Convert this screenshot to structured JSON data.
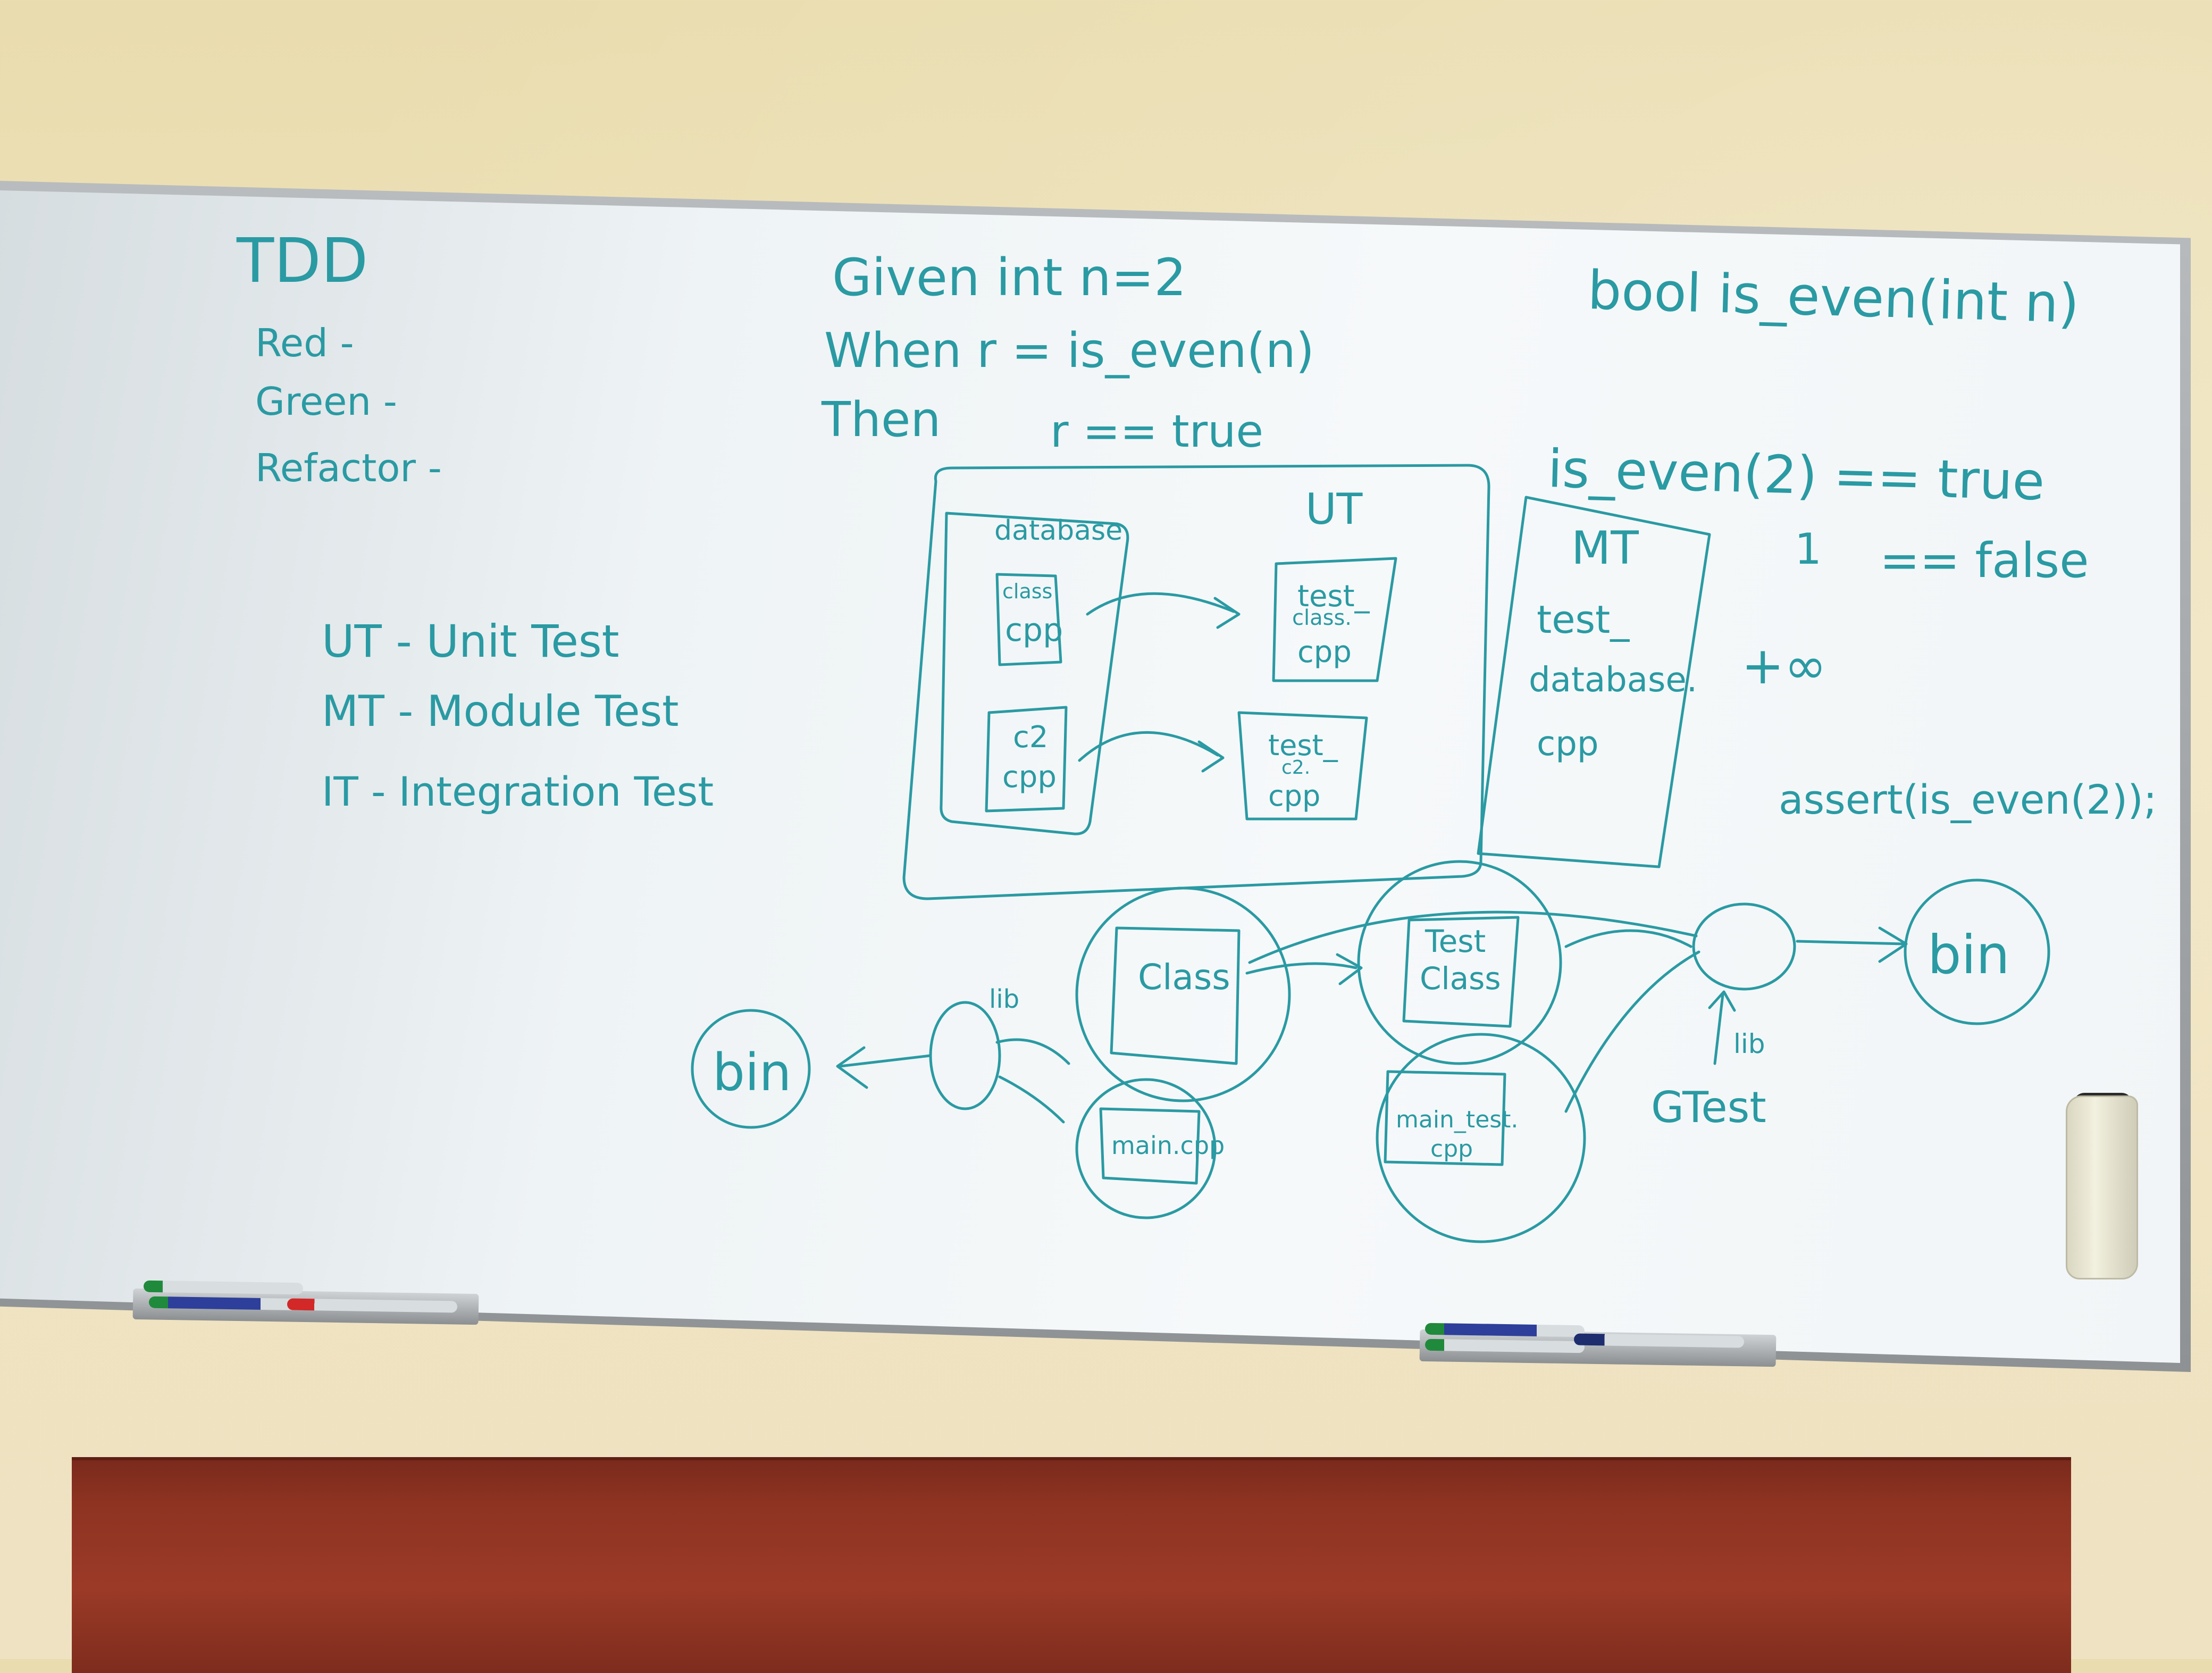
{
  "tdd": {
    "title": "TDD",
    "steps": [
      "Red -",
      "Green -",
      "Refactor -"
    ]
  },
  "given_when_then": {
    "given": "Given   int n=2",
    "when": "When   r = is_even(n)",
    "then_label": "Then",
    "then_value": "r == true"
  },
  "signature": "bool   is_even(int n)",
  "examples": {
    "line1": "is_even(2) == true",
    "line2_left": "1",
    "line2_right": "== false",
    "line3": "+∞",
    "assert": "assert(is_even(2));"
  },
  "legend": {
    "ut": "UT - Unit Test",
    "mt": "MT - Module Test",
    "it": "IT - Integration Test"
  },
  "diagram": {
    "ut_group_label": "UT",
    "database_label": "database",
    "c1_label_top": "class",
    "c1_label_bottom": "cpp",
    "c2_label_top": "c2",
    "c2_label_bottom": "cpp",
    "test_class_top": "test_",
    "test_class_mid": "class.",
    "test_class_bottom": "cpp",
    "test_c2_top": "test_",
    "test_c2_mid": "c2.",
    "test_c2_bottom": "cpp",
    "mt_label": "MT",
    "mt_file_top": "test_",
    "mt_file_mid": "database.",
    "mt_file_bottom": "cpp",
    "class_node": "Class",
    "test_class_node_top": "Test",
    "test_class_node_bottom": "Class",
    "main_cpp": "main.cpp",
    "main_test_top": "main_test.",
    "main_test_bottom": "cpp",
    "lib_left": "lib",
    "lib_right": "lib",
    "gtest": "GTest",
    "bin_left": "bin",
    "bin_right": "bin"
  },
  "colors": {
    "ink": "#2a9aa3",
    "board": "#f1f5f7",
    "wall": "#ede1bb",
    "desk": "#8e3322"
  }
}
